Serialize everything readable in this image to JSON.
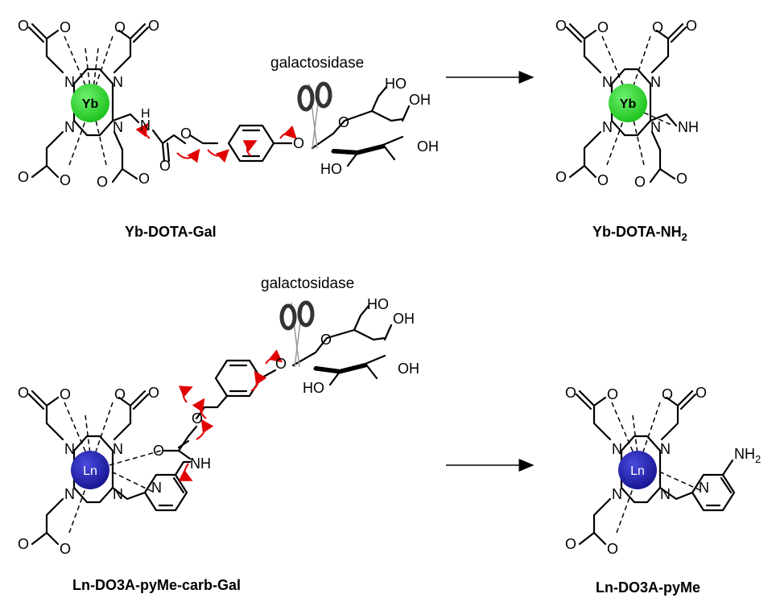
{
  "labels": {
    "top_left": "Yb-DOTA-Gal",
    "top_right_main": "Yb-DOTA-NH",
    "top_right_sub": "2",
    "bottom_left": "Ln-DO3A-pyMe-carb-Gal",
    "bottom_right": "Ln-DO3A-pyMe"
  },
  "enzyme": "galactosidase",
  "metals": {
    "yb": "Yb",
    "ln": "Ln"
  },
  "atoms": {
    "N": "N",
    "O": "O",
    "H": "H",
    "NH": "NH",
    "HO": "HO",
    "OH": "OH",
    "NH2": "NH"
  },
  "colors": {
    "yb": "#22cc22",
    "ln": "#1a1aa8",
    "cleave_arrow": "#e00000"
  },
  "icons": [
    "scissors-icon",
    "reaction-arrow-icon"
  ]
}
